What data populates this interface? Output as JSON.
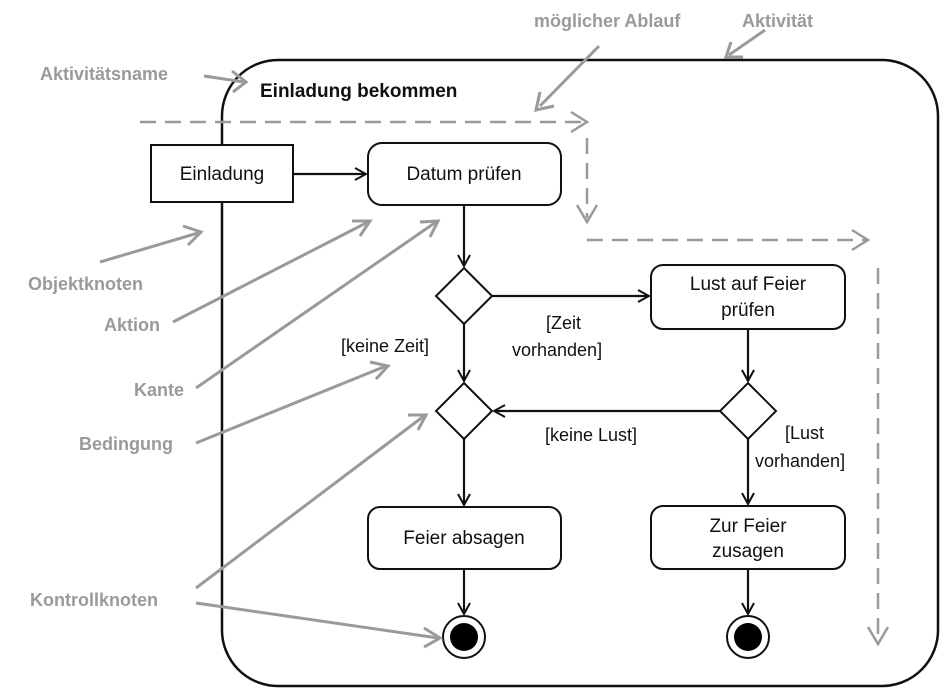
{
  "activity": {
    "name": "Einladung bekommen"
  },
  "nodes": {
    "object_node": "Einladung",
    "action_check_date": "Datum prüfen",
    "action_check_mood_line1": "Lust auf Feier",
    "action_check_mood_line2": "prüfen",
    "action_cancel": "Feier absagen",
    "action_accept_line1": "Zur Feier",
    "action_accept_line2": "zusagen"
  },
  "conditions": {
    "no_time": "[keine Zeit]",
    "time_available_line1": "[Zeit",
    "time_available_line2": "vorhanden]",
    "no_mood": "[keine Lust]",
    "mood_available_line1": "[Lust",
    "mood_available_line2": "vorhanden]"
  },
  "annotations": {
    "activity_name": "Aktivitätsname",
    "possible_flow": "möglicher Ablauf",
    "activity": "Aktivität",
    "object_node": "Objektknoten",
    "action": "Aktion",
    "edge": "Kante",
    "condition": "Bedingung",
    "control_node": "Kontrollknoten"
  },
  "colors": {
    "diagram": "#111111",
    "annotation": "#9a9a9a"
  }
}
